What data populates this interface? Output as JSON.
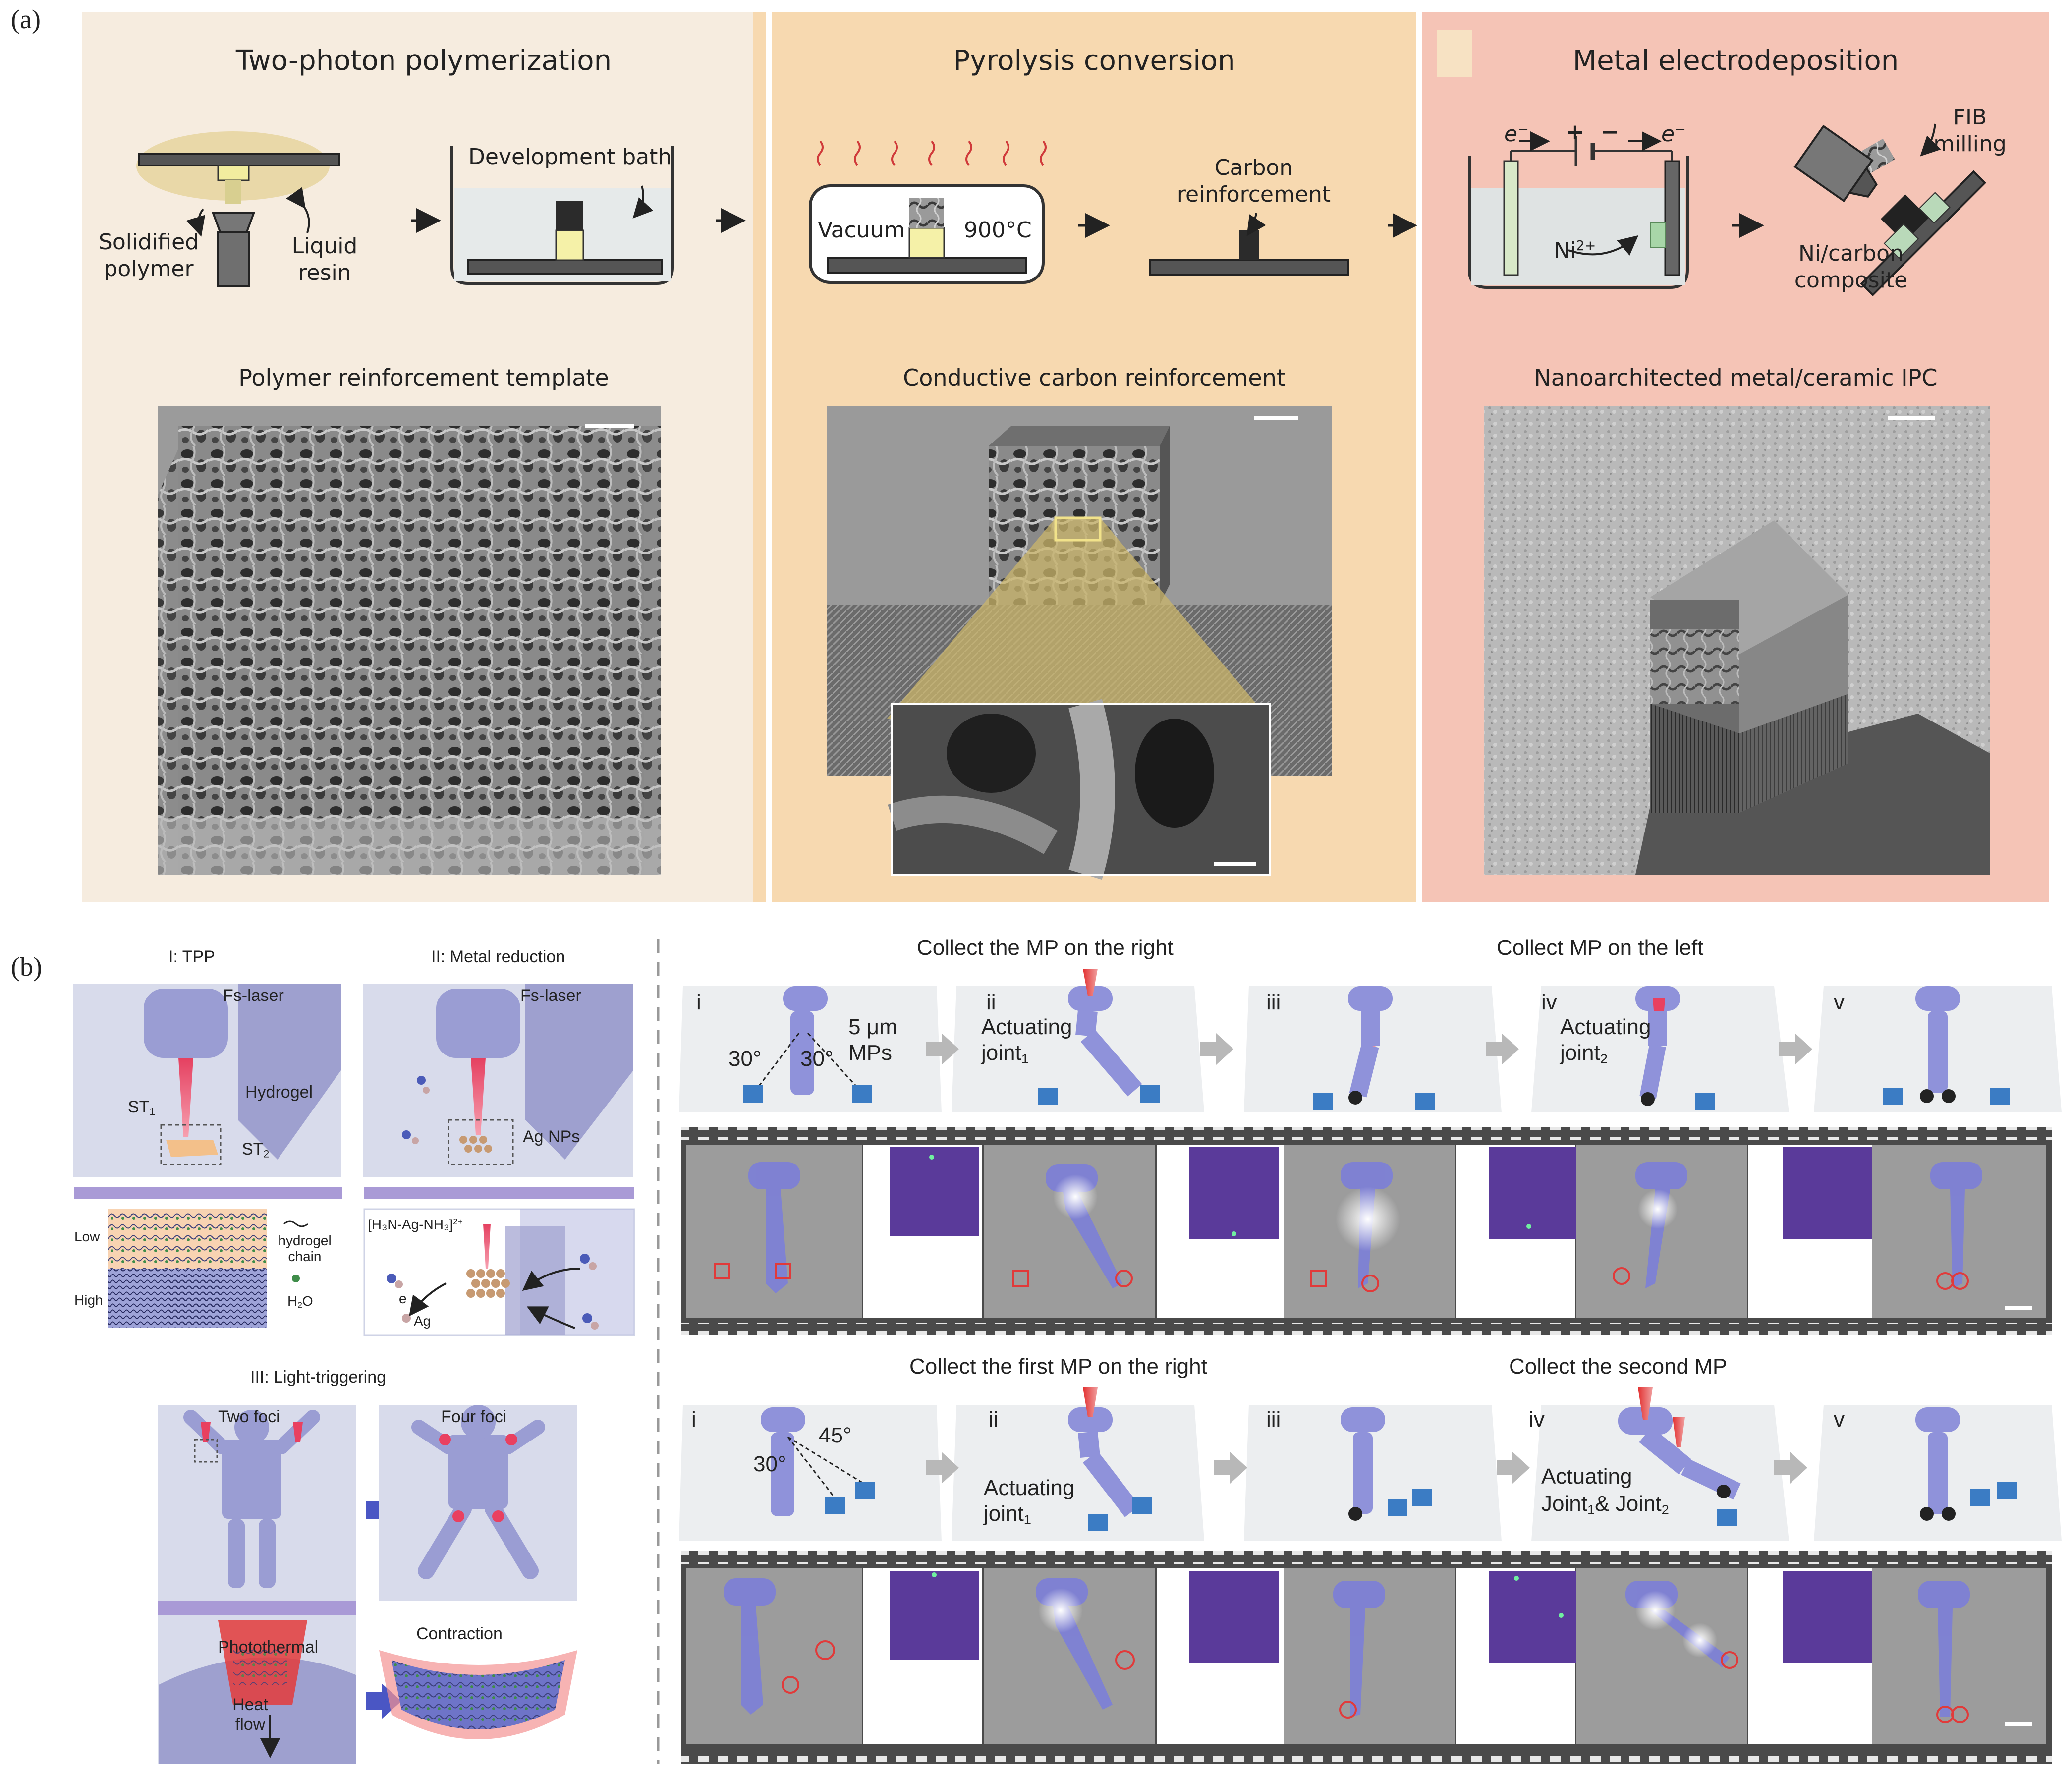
{
  "panel_a": {
    "label": "(a)",
    "sections": [
      {
        "title": "Two-photon polymerization",
        "caption": "Polymer reinforcement template",
        "color": "#f6ecdf"
      },
      {
        "title": "Pyrolysis conversion",
        "caption": "Conductive carbon reinforcement",
        "color": "#f7d9b0"
      },
      {
        "title": "Metal electrodeposition",
        "caption": "Nanoarchitected metal/ceramic IPC",
        "color": "#f5c4b6"
      }
    ],
    "labels": {
      "solidified": "Solidified",
      "polymer": "polymer",
      "liquid": "Liquid",
      "resin": "resin",
      "development_bath": "Development bath",
      "vacuum": "Vacuum",
      "temp": "900°C",
      "carbon": "Carbon",
      "reinforcement": "reinforcement",
      "electron": "e",
      "electron_sup": "−",
      "plus": "+",
      "minus": "−",
      "ni": "Ni",
      "ni_sup": "2+",
      "fib": "FIB",
      "milling": "milling",
      "ni_carbon": "Ni/carbon",
      "composite": "composite"
    }
  },
  "panel_b": {
    "label": "(b)",
    "left": {
      "tpp": "I: TPP",
      "metal_reduction": "II: Metal reduction",
      "fs_laser": "Fs-laser",
      "hydrogel": "Hydrogel",
      "st": "ST",
      "st1_sub": "1",
      "st2_sub": "2",
      "ag_nps": "Ag NPs",
      "low": "Low",
      "high": "High",
      "hydrogel_chain_1": "hydrogel",
      "hydrogel_chain_2": "chain",
      "h2o": "H",
      "h2o_sub": "2",
      "h2o_end": "O",
      "complex": "[H₃N-Ag-NH₃]",
      "complex_sup": "2+",
      "e_minus": "e",
      "ag": "Ag",
      "light_triggering": "III: Light-triggering",
      "two_foci": "Two foci",
      "four_foci": "Four foci",
      "photothermal": "Photothermal",
      "heat": "Heat",
      "flow": "flow",
      "contraction": "Contraction"
    },
    "top_row": {
      "heading_right": "Collect the MP on the right",
      "heading_left": "Collect  MP on the left",
      "steps": [
        "i",
        "ii",
        "iii",
        "iv",
        "v"
      ],
      "angle_a": "30°",
      "angle_b": "30°",
      "mps_1": "5 μm",
      "mps_2": "MPs",
      "actuating": "Actuating",
      "joint": "joint",
      "joint1_sub": "1",
      "joint2_sub": "2"
    },
    "bottom_row": {
      "heading_first": "Collect the first MP on the right",
      "heading_second": "Collect the second MP",
      "steps": [
        "i",
        "ii",
        "iii",
        "iv",
        "v"
      ],
      "angle_a": "45°",
      "angle_b": "30°",
      "actuating": "Actuating",
      "joint": "joint",
      "joint1_sub": "1",
      "joint_cap": "Joint",
      "amp": "& Joint"
    }
  }
}
